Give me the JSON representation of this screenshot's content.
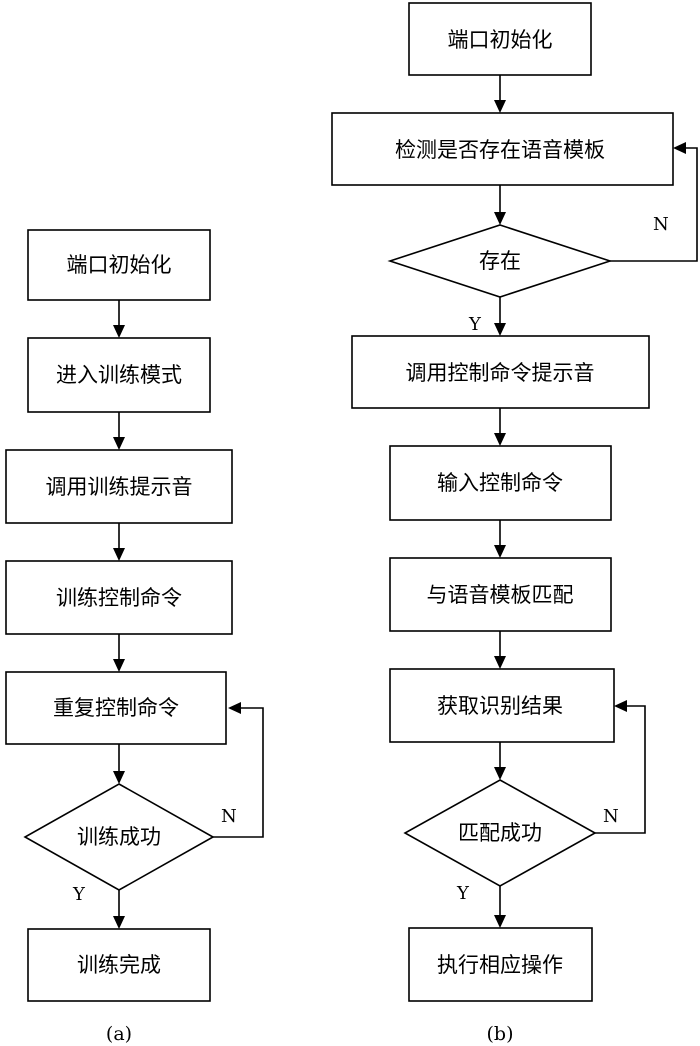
{
  "flow_a": {
    "steps": [
      "端口初始化",
      "进入训练模式",
      "调用训练提示音",
      "训练控制命令",
      "重复控制命令"
    ],
    "decision": "训练成功",
    "end": "训练完成",
    "yes_label": "Y",
    "no_label": "N",
    "caption": "(a)"
  },
  "flow_b": {
    "start": "端口初始化",
    "check": "检测是否存在语音模板",
    "decision1": "存在",
    "steps": [
      "调用控制命令提示音",
      "输入控制命令",
      "与语音模板匹配",
      "获取识别结果"
    ],
    "decision2": "匹配成功",
    "end": "执行相应操作",
    "yes_label": "Y",
    "no_label": "N",
    "caption": "(b)"
  }
}
